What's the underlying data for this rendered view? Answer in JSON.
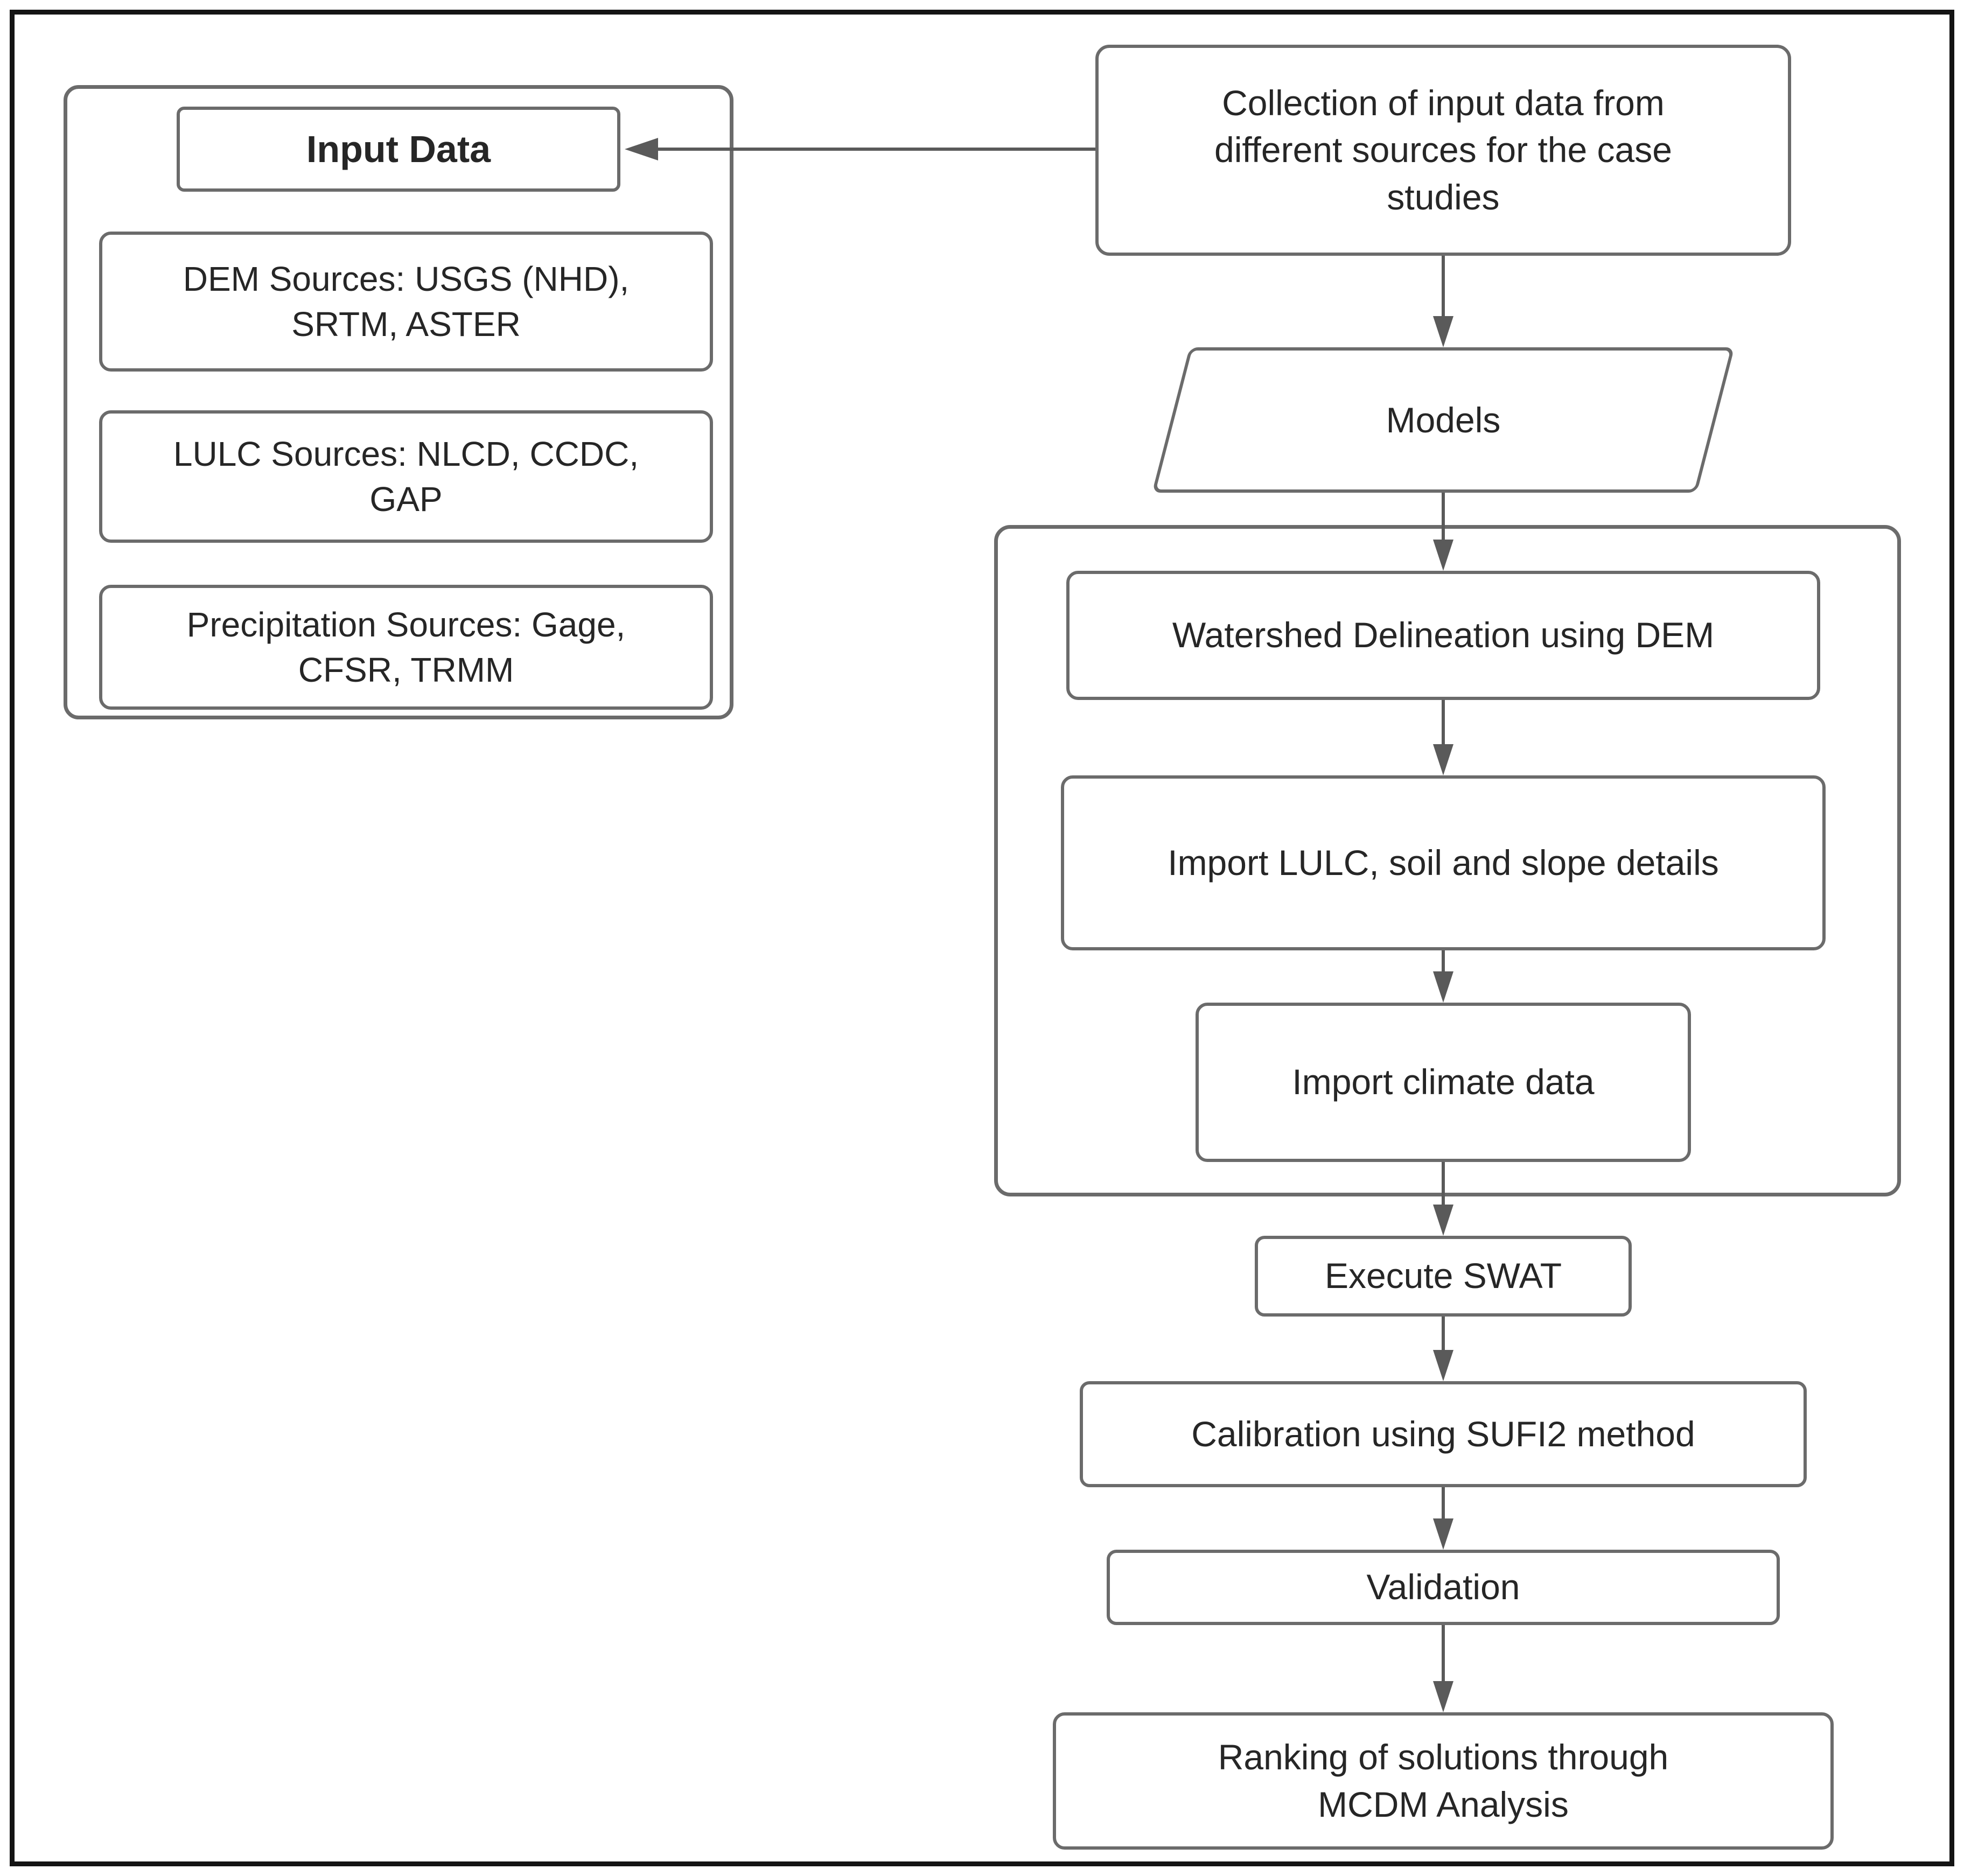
{
  "figure": {
    "colors": {
      "frame": "#141414",
      "border": "#6b6b6b",
      "arrow": "#5a5a5a",
      "text": "#262626",
      "background": "#ffffff"
    },
    "input_panel": {
      "title": "Input Data",
      "items": [
        "DEM Sources: USGS (NHD),\nSRTM, ASTER",
        "LULC Sources: NLCD, CCDC,\nGAP",
        "Precipitation Sources: Gage,\nCFSR, TRMM"
      ]
    },
    "nodes": {
      "collection": "Collection of input data from\ndifferent sources for the case\nstudies",
      "models": "Models",
      "watershed": "Watershed Delineation using DEM",
      "import_lulc": "Import LULC, soil and slope details",
      "import_climate": "Import climate data",
      "execute_swat": "Execute SWAT",
      "calibration": "Calibration using SUFI2 method",
      "validation": "Validation",
      "ranking": "Ranking of solutions through\nMCDM Analysis"
    }
  }
}
